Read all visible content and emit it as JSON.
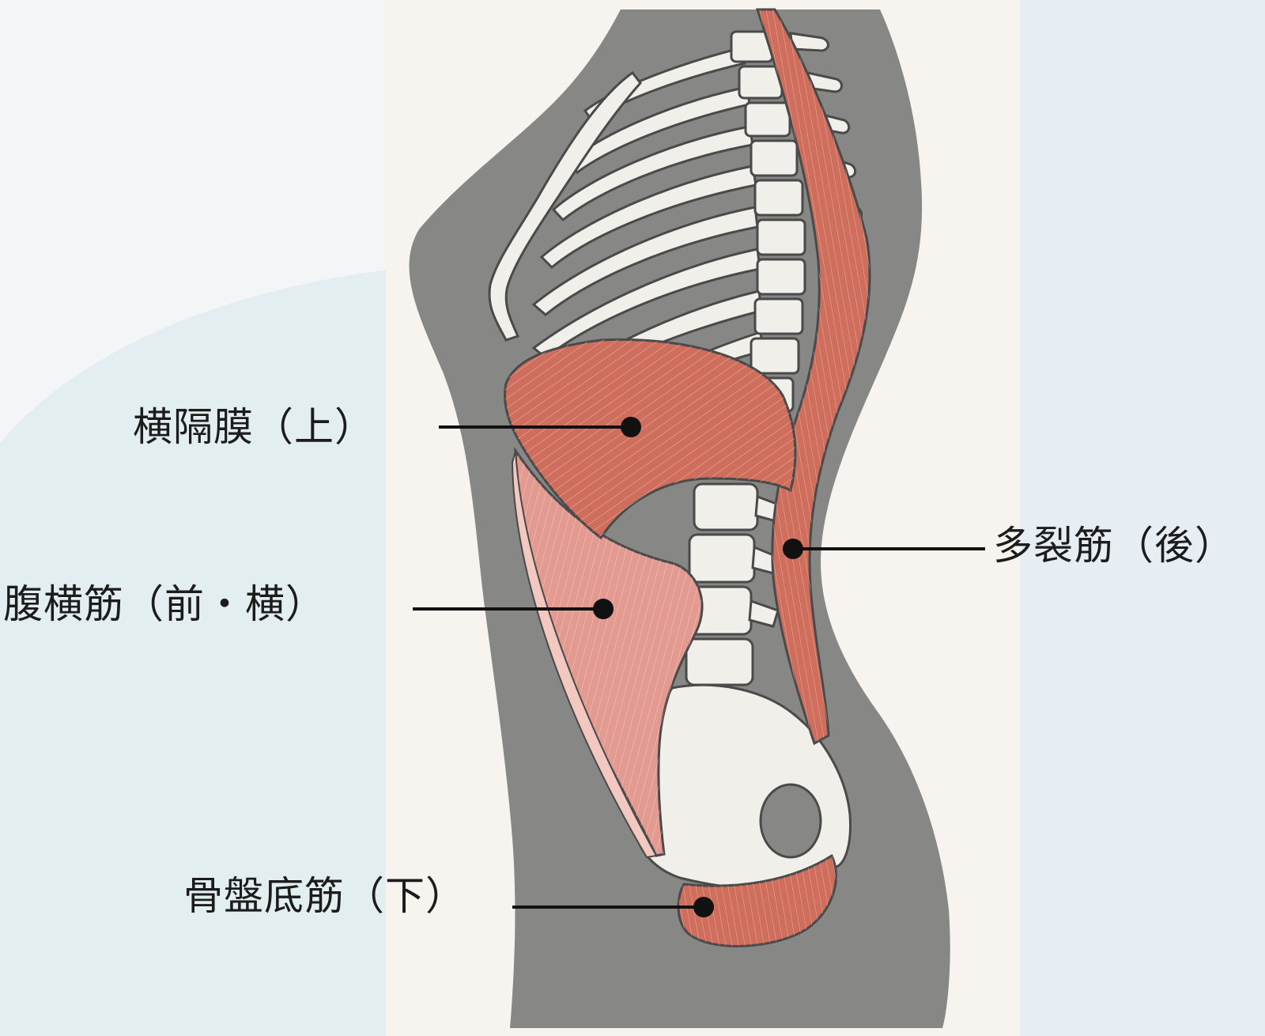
{
  "labels": {
    "diaphragm": "横隔膜（上）",
    "transversus": "腹横筋（前・横）",
    "multifidus": "多裂筋（後）",
    "pelvic_floor": "骨盤底筋（下）"
  },
  "colors": {
    "background": "#f3f5f6",
    "left_blob": "#e3eef1",
    "right_panel": "#e6edf3",
    "paper": "#f7f4ef",
    "body_silhouette": "#878785",
    "muscle": "#cf6e5c",
    "muscle_light": "#e39a90",
    "bone": "#f1efea",
    "outline": "#4a4a4a",
    "leader": "#111111"
  }
}
